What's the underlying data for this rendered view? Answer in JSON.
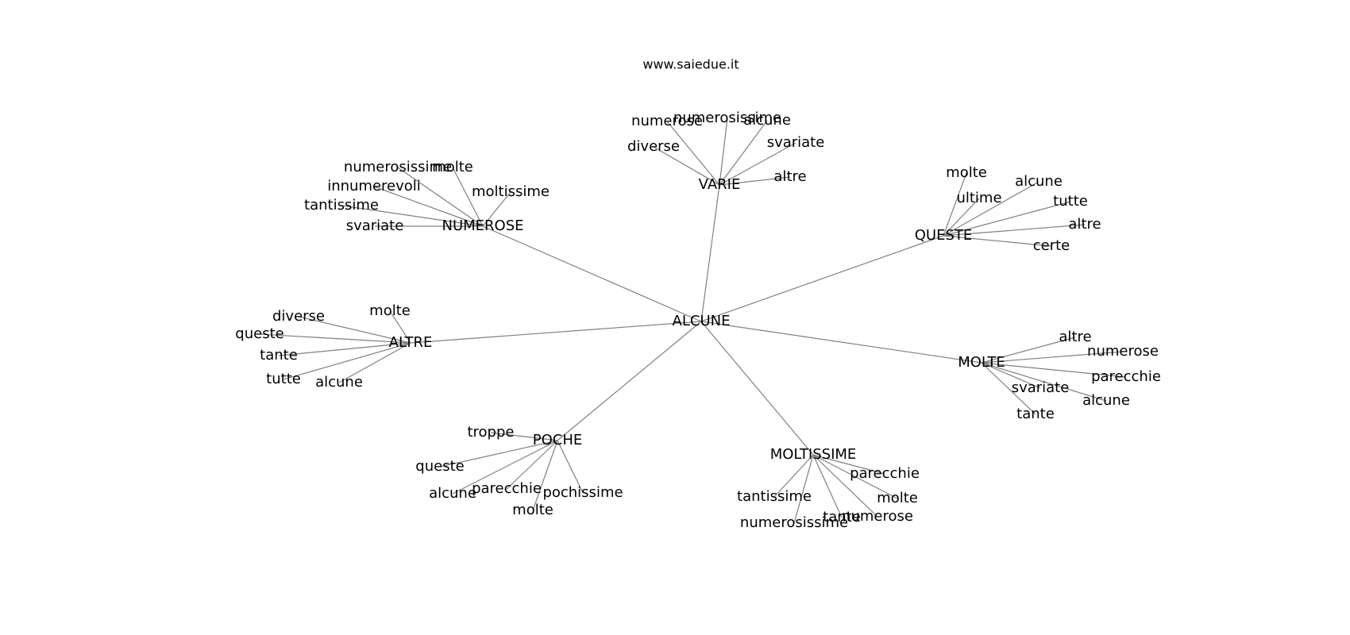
{
  "header": {
    "site": "www.saiedue.it"
  },
  "graph": {
    "root": "ALCUNE",
    "hubs": [
      {
        "label": "VARIE",
        "leaves": [
          "numerose",
          "numerosissime",
          "alcune",
          "diverse",
          "svariate",
          "altre"
        ]
      },
      {
        "label": "NUMEROSE",
        "leaves": [
          "numerosissime",
          "molte",
          "innumerevoli",
          "moltissime",
          "tantissime",
          "svariate"
        ]
      },
      {
        "label": "QUESTE",
        "leaves": [
          "molte",
          "alcune",
          "ultime",
          "tutte",
          "altre",
          "certe"
        ]
      },
      {
        "label": "ALTRE",
        "leaves": [
          "diverse",
          "molte",
          "queste",
          "tante",
          "tutte",
          "alcune"
        ]
      },
      {
        "label": "MOLTE",
        "leaves": [
          "altre",
          "numerose",
          "parecchie",
          "svariate",
          "alcune",
          "tante"
        ]
      },
      {
        "label": "POCHE",
        "leaves": [
          "troppe",
          "queste",
          "alcune",
          "parecchie",
          "pochissime",
          "molte"
        ]
      },
      {
        "label": "MOLTISSIME",
        "leaves": [
          "parecchie",
          "tantissime",
          "molte",
          "numerosissime",
          "tante",
          "numerose"
        ]
      }
    ]
  }
}
